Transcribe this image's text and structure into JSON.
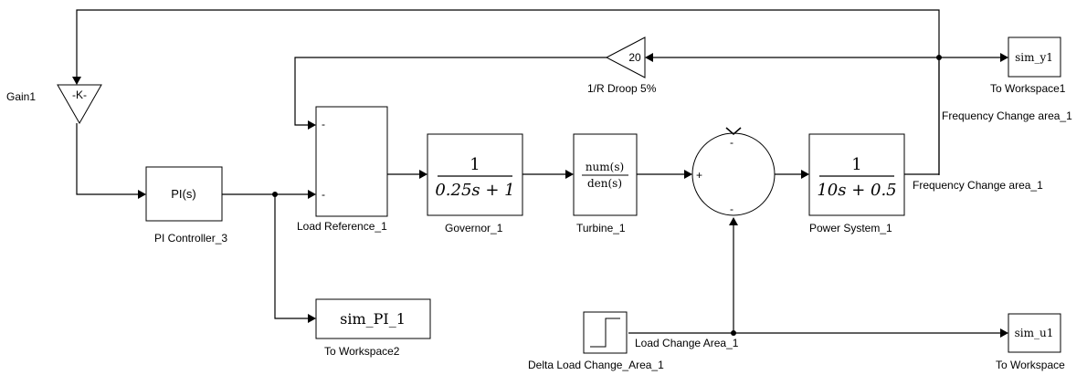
{
  "blocks": {
    "gain1": {
      "label": "Gain1",
      "symbol": "-K-"
    },
    "droop": {
      "label": "1/R Droop 5%",
      "value": "20"
    },
    "pi_controller": {
      "label": "PI Controller_3",
      "text": "PI(s)"
    },
    "load_reference": {
      "label": "Load Reference_1",
      "sign_top": "-",
      "sign_bottom": "-"
    },
    "governor": {
      "label": "Governor_1",
      "num": "1",
      "den": "0.25s + 1"
    },
    "turbine": {
      "label": "Turbine_1",
      "num": "num(s)",
      "den": "den(s)"
    },
    "summer": {
      "sign_top": "-",
      "sign_left": "+",
      "sign_bottom": "-"
    },
    "power_system": {
      "label": "Power System_1",
      "num": "1",
      "den": "10s + 0.5"
    },
    "ws1": {
      "label": "To Workspace1",
      "var": "sim_y1"
    },
    "ws2": {
      "label": "To Workspace2",
      "var": "sim_PI_1"
    },
    "ws": {
      "label": "To Workspace",
      "var": "sim_u1"
    },
    "step": {
      "label": "Delta Load Change_Area_1"
    }
  },
  "signals": {
    "freq_upper": "Frequency Change area_1",
    "freq_lower": "Frequency Change area_1",
    "load_change": "Load Change Area_1"
  }
}
